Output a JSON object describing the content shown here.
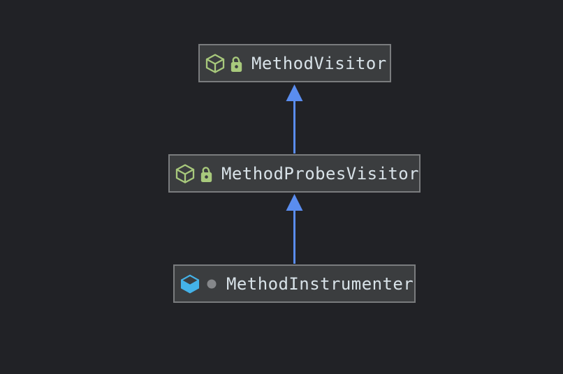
{
  "diagram": {
    "type": "uml-class-hierarchy",
    "nodes": [
      {
        "label": "MethodVisitor",
        "icon": "class-cube-outline-icon",
        "modifier": "lock-icon"
      },
      {
        "label": "MethodProbesVisitor",
        "icon": "class-cube-outline-icon",
        "modifier": "lock-icon"
      },
      {
        "label": "MethodInstrumenter",
        "icon": "class-cube-filled-icon",
        "modifier": "package-private-dot-icon"
      }
    ],
    "edges": [
      {
        "from": "MethodProbesVisitor",
        "to": "MethodVisitor",
        "type": "inheritance"
      },
      {
        "from": "MethodInstrumenter",
        "to": "MethodProbesVisitor",
        "type": "inheritance"
      }
    ]
  },
  "colors": {
    "background": "#212226",
    "node_fill": "#3b3d3f",
    "node_border": "#7a7c7e",
    "node_text": "#d8e2e8",
    "icon_green": "#a8c97c",
    "icon_blue": "#44b2e8",
    "arrow_blue": "#5a8def",
    "dot_gray": "#85878a",
    "keyhole_dark": "#3b3d3f"
  }
}
